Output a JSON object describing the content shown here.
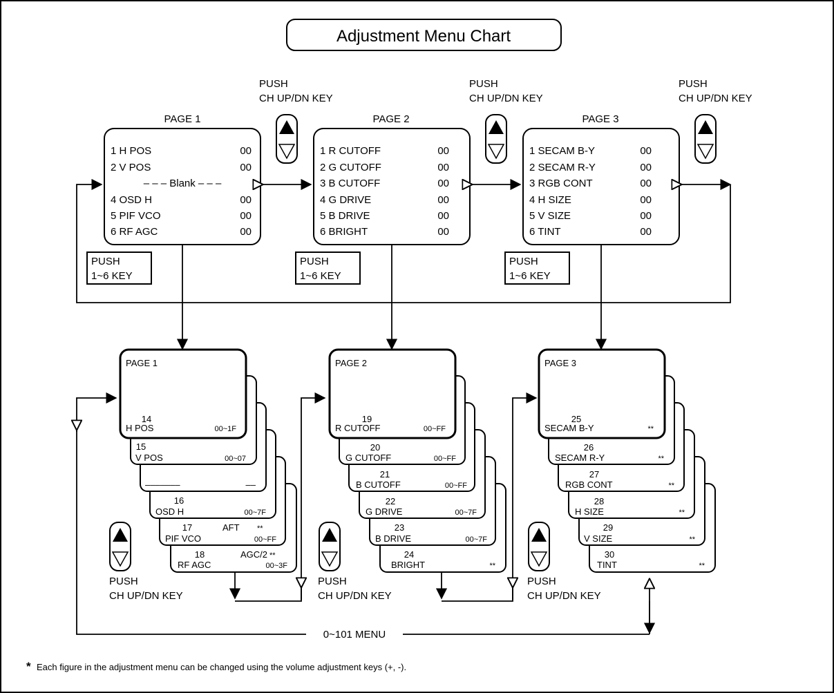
{
  "title": "Adjustment Menu Chart",
  "push_ch": {
    "line1": "PUSH",
    "line2": "CH UP/DN KEY"
  },
  "push_num": {
    "line1": "PUSH",
    "line2": "1~6 KEY"
  },
  "pages": [
    {
      "label": "PAGE 1",
      "items": [
        {
          "label": "1  H POS",
          "value": "00"
        },
        {
          "label": "2  V POS",
          "value": "00"
        },
        {
          "label": "– – – Blank – – –",
          "value": ""
        },
        {
          "label": "4  OSD H",
          "value": "00"
        },
        {
          "label": "5  PIF VCO",
          "value": "00"
        },
        {
          "label": "6  RF AGC",
          "value": "00"
        }
      ],
      "stack": [
        {
          "num": "14",
          "name": "H POS",
          "extra": "",
          "range": "00~1F"
        },
        {
          "num": "15",
          "name": "V POS",
          "extra": "",
          "range": "00~07"
        },
        {
          "num": "",
          "name": "–––––––",
          "extra": "",
          "range": "––"
        },
        {
          "num": "16",
          "name": "OSD H",
          "extra": "",
          "range": "00~7F"
        },
        {
          "num": "17",
          "name": "PIF VCO",
          "extra": "AFT",
          "range": "00~FF",
          "star": "**"
        },
        {
          "num": "18",
          "name": "RF AGC",
          "extra": "AGC/2",
          "range": "00~3F",
          "star": "**"
        }
      ]
    },
    {
      "label": "PAGE 2",
      "items": [
        {
          "label": "1  R CUTOFF",
          "value": "00"
        },
        {
          "label": "2  G CUTOFF",
          "value": "00"
        },
        {
          "label": "3  B CUTOFF",
          "value": "00"
        },
        {
          "label": "4  G DRIVE",
          "value": "00"
        },
        {
          "label": "5  B DRIVE",
          "value": "00"
        },
        {
          "label": "6  BRIGHT",
          "value": "00"
        }
      ],
      "stack": [
        {
          "num": "19",
          "name": "R CUTOFF",
          "range": "00~FF"
        },
        {
          "num": "20",
          "name": "G CUTOFF",
          "range": "00~FF"
        },
        {
          "num": "21",
          "name": "B CUTOFF",
          "range": "00~FF"
        },
        {
          "num": "22",
          "name": "G DRIVE",
          "range": "00~7F"
        },
        {
          "num": "23",
          "name": "B DRIVE",
          "range": "00~7F"
        },
        {
          "num": "24",
          "name": "BRIGHT",
          "range": "**"
        }
      ]
    },
    {
      "label": "PAGE 3",
      "items": [
        {
          "label": "1  SECAM  B-Y",
          "value": "00"
        },
        {
          "label": "2  SECAM  R-Y",
          "value": "00"
        },
        {
          "label": "3  RGB CONT",
          "value": "00"
        },
        {
          "label": "4  H SIZE",
          "value": "00"
        },
        {
          "label": "5  V SIZE",
          "value": "00"
        },
        {
          "label": "6  TINT",
          "value": "00"
        }
      ],
      "stack": [
        {
          "num": "25",
          "name": "SECAM B-Y",
          "range": "**"
        },
        {
          "num": "26",
          "name": "SECAM R-Y",
          "range": "**"
        },
        {
          "num": "27",
          "name": "RGB CONT",
          "range": "**"
        },
        {
          "num": "28",
          "name": "H SIZE",
          "range": "**"
        },
        {
          "num": "29",
          "name": "V SIZE",
          "range": "**"
        },
        {
          "num": "30",
          "name": "TINT",
          "range": "**"
        }
      ]
    }
  ],
  "menu_label": "0~101 MENU",
  "footnote_star": "*",
  "footnote": "Each figure in the adjustment menu can be changed using the volume adjustment keys (+, -)."
}
